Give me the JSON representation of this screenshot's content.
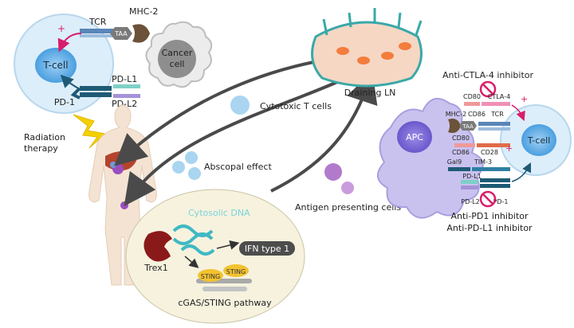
{
  "labels": {
    "tcr_left": "TCR",
    "mhc2_left": "MHC-2",
    "taa_left": "TAA",
    "tcell_left": "T-cell",
    "cancer_line1": "Cancer",
    "cancer_line2": "cell",
    "pdl1_left": "PD-L1",
    "pd1_left": "PD-1",
    "pdl2_left": "PD-L2",
    "radiation_line1": "Radiation",
    "radiation_line2": "therapy",
    "cytotoxic_t_cells": "Cytotoxic T cells",
    "abscopal_effect": "Abscopal effect",
    "draining_ln": "Draining LN",
    "antigen_presenting_cells": "Antigen presenting cells",
    "cytosolic_dna": "Cytosolic DNA",
    "trex1": "Trex1",
    "ifn_type_1": "IFN type 1",
    "sting_a": "STING",
    "sting_b": "STING",
    "cgas_sting_pathway": "cGAS/STING pathway",
    "anti_ctla4": "Anti-CTLA-4 inhibitor",
    "apc": "APC",
    "tcell_right": "T-cell",
    "cd80_top": "CD80",
    "ctla4": "CTLA-4",
    "mhc2_right": "MHC-2",
    "cd86_top": "CD86",
    "tcr_right": "TCR",
    "taa_right": "TAA",
    "cd80_mid": "CD80",
    "cd86_mid": "CD86",
    "cd28": "CD28",
    "gal9": "Gal9",
    "tim3": "TIM-3",
    "pdl1_right": "PD-L1",
    "pdl2_right": "PD-L2",
    "pd1_right": "PD-1",
    "anti_pd1": "Anti-PD1 inhibitor",
    "anti_pdl1": "Anti-PD-L1 inhibitor"
  },
  "colors": {
    "tcell_fill": "#cfe6f7",
    "tcell_nucleus": "#5ea9e6",
    "cancer_fill": "#e6e6e6",
    "apc_fill": "#c9c2ee",
    "apc_nucleus": "#7b6ad6",
    "inhibitor_red": "#d81e6b",
    "arrow_gray": "#4a4a4a",
    "sting_yellow": "#f2c230",
    "dna_teal": "#3fb8c4",
    "trex1_red": "#8a1a1a",
    "lymph_node": "#3aa8a8",
    "virus_purple": "#b27acb",
    "lightning": "#f5d000",
    "liver": "#b5432c"
  }
}
